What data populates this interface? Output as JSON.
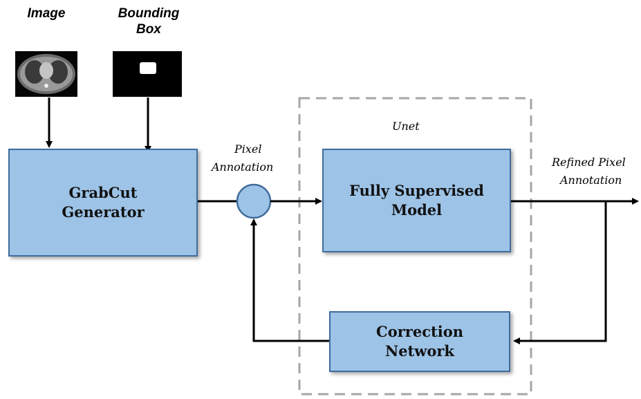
{
  "inputs": {
    "image_label": "Image",
    "bbox_label_line1": "Bounding",
    "bbox_label_line2": "Box"
  },
  "boxes": {
    "grabcut": "GrabCut\nGenerator",
    "fully_supervised": "Fully Supervised\nModel",
    "correction": "Correction\nNetwork"
  },
  "labels": {
    "unet": "Unet",
    "pixel_annotation_line1": "Pixel",
    "pixel_annotation_line2": "Annotation",
    "refined_line1": "Refined Pixel",
    "refined_line2": "Annotation"
  },
  "colors": {
    "box_fill": "#9dc3e6",
    "box_border": "#3f6c9c",
    "dashed_border": "#a6a6a6"
  }
}
